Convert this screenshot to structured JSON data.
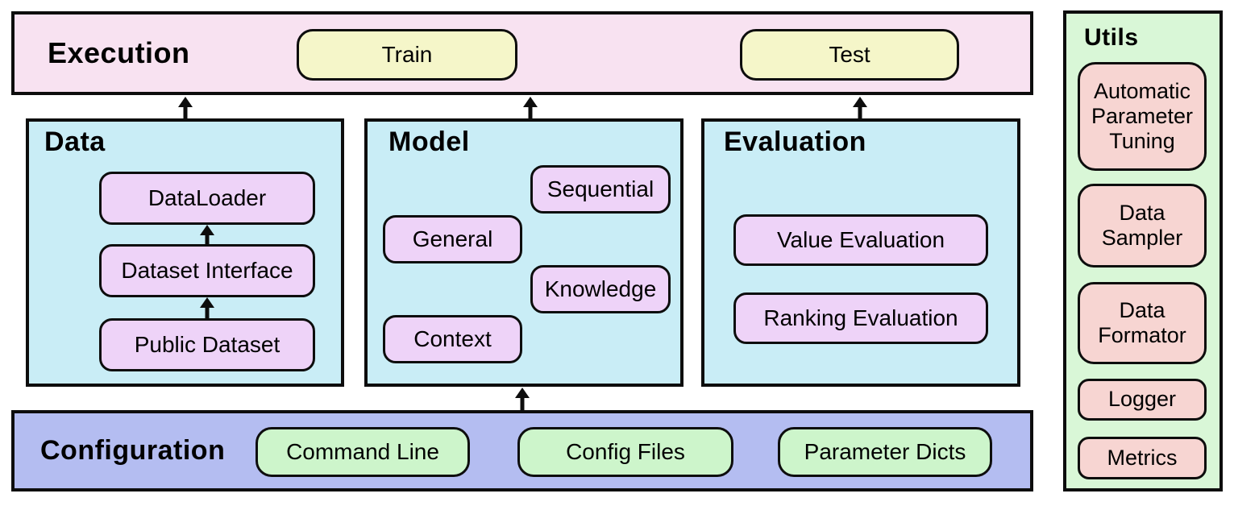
{
  "palette": {
    "execution-bg": "#f8e2f1",
    "traintest-bg": "#f5f6c9",
    "panel-cyan-bg": "#c9edf6",
    "chip-purple-bg": "#eed3f8",
    "config-bg": "#b4bdf1",
    "chip-green-bg": "#cdf5cb",
    "utils-bg": "#d9f7d7",
    "chip-pink-bg": "#f7d5d2",
    "line": "#0d0d0d"
  },
  "execution": {
    "title": "Execution",
    "items": [
      {
        "label": "Train"
      },
      {
        "label": "Test"
      }
    ]
  },
  "data_panel": {
    "title": "Data",
    "items": [
      {
        "label": "DataLoader"
      },
      {
        "label": "Dataset Interface"
      },
      {
        "label": "Public Dataset"
      }
    ]
  },
  "model_panel": {
    "title": "Model",
    "items": [
      {
        "label": "Sequential"
      },
      {
        "label": "General"
      },
      {
        "label": "Knowledge"
      },
      {
        "label": "Context"
      }
    ]
  },
  "evaluation_panel": {
    "title": "Evaluation",
    "items": [
      {
        "label": "Value Evaluation"
      },
      {
        "label": "Ranking Evaluation"
      }
    ]
  },
  "configuration_panel": {
    "title": "Configuration",
    "items": [
      {
        "label": "Command Line"
      },
      {
        "label": "Config Files"
      },
      {
        "label": "Parameter Dicts"
      }
    ]
  },
  "utils_panel": {
    "title": "Utils",
    "items": [
      {
        "label": "Automatic Parameter Tuning"
      },
      {
        "label": "Data Sampler"
      },
      {
        "label": "Data Formator"
      },
      {
        "label": "Logger"
      },
      {
        "label": "Metrics"
      }
    ]
  },
  "connections": [
    {
      "from": "Data",
      "to": "Execution"
    },
    {
      "from": "Model",
      "to": "Execution"
    },
    {
      "from": "Evaluation",
      "to": "Execution"
    },
    {
      "from": "Configuration",
      "to": "Model"
    },
    {
      "from": "Public Dataset",
      "to": "Dataset Interface"
    },
    {
      "from": "Dataset Interface",
      "to": "DataLoader"
    }
  ]
}
